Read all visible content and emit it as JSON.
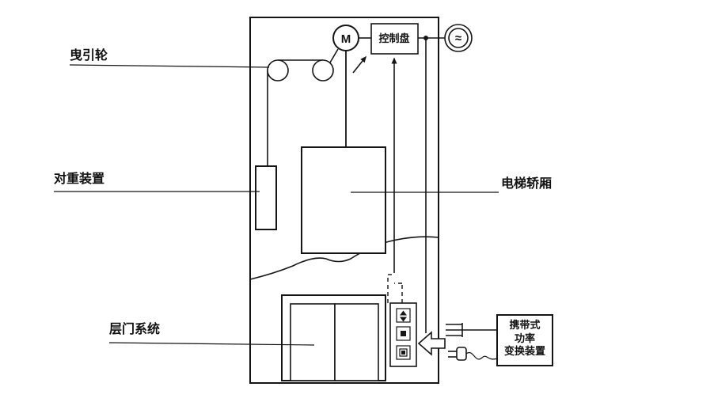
{
  "diagram": {
    "labels": {
      "traction_wheel": "曳引轮",
      "counterweight": "对重装置",
      "landing_door": "层门系统",
      "elevator_car": "电梯轿厢",
      "control_panel": "控制盘",
      "motor": "M",
      "ac_source": "≈",
      "portable_device": [
        "携带式",
        "功率",
        "变换装置"
      ]
    },
    "colors": {
      "line": "#151515",
      "background": "#ffffff"
    }
  }
}
